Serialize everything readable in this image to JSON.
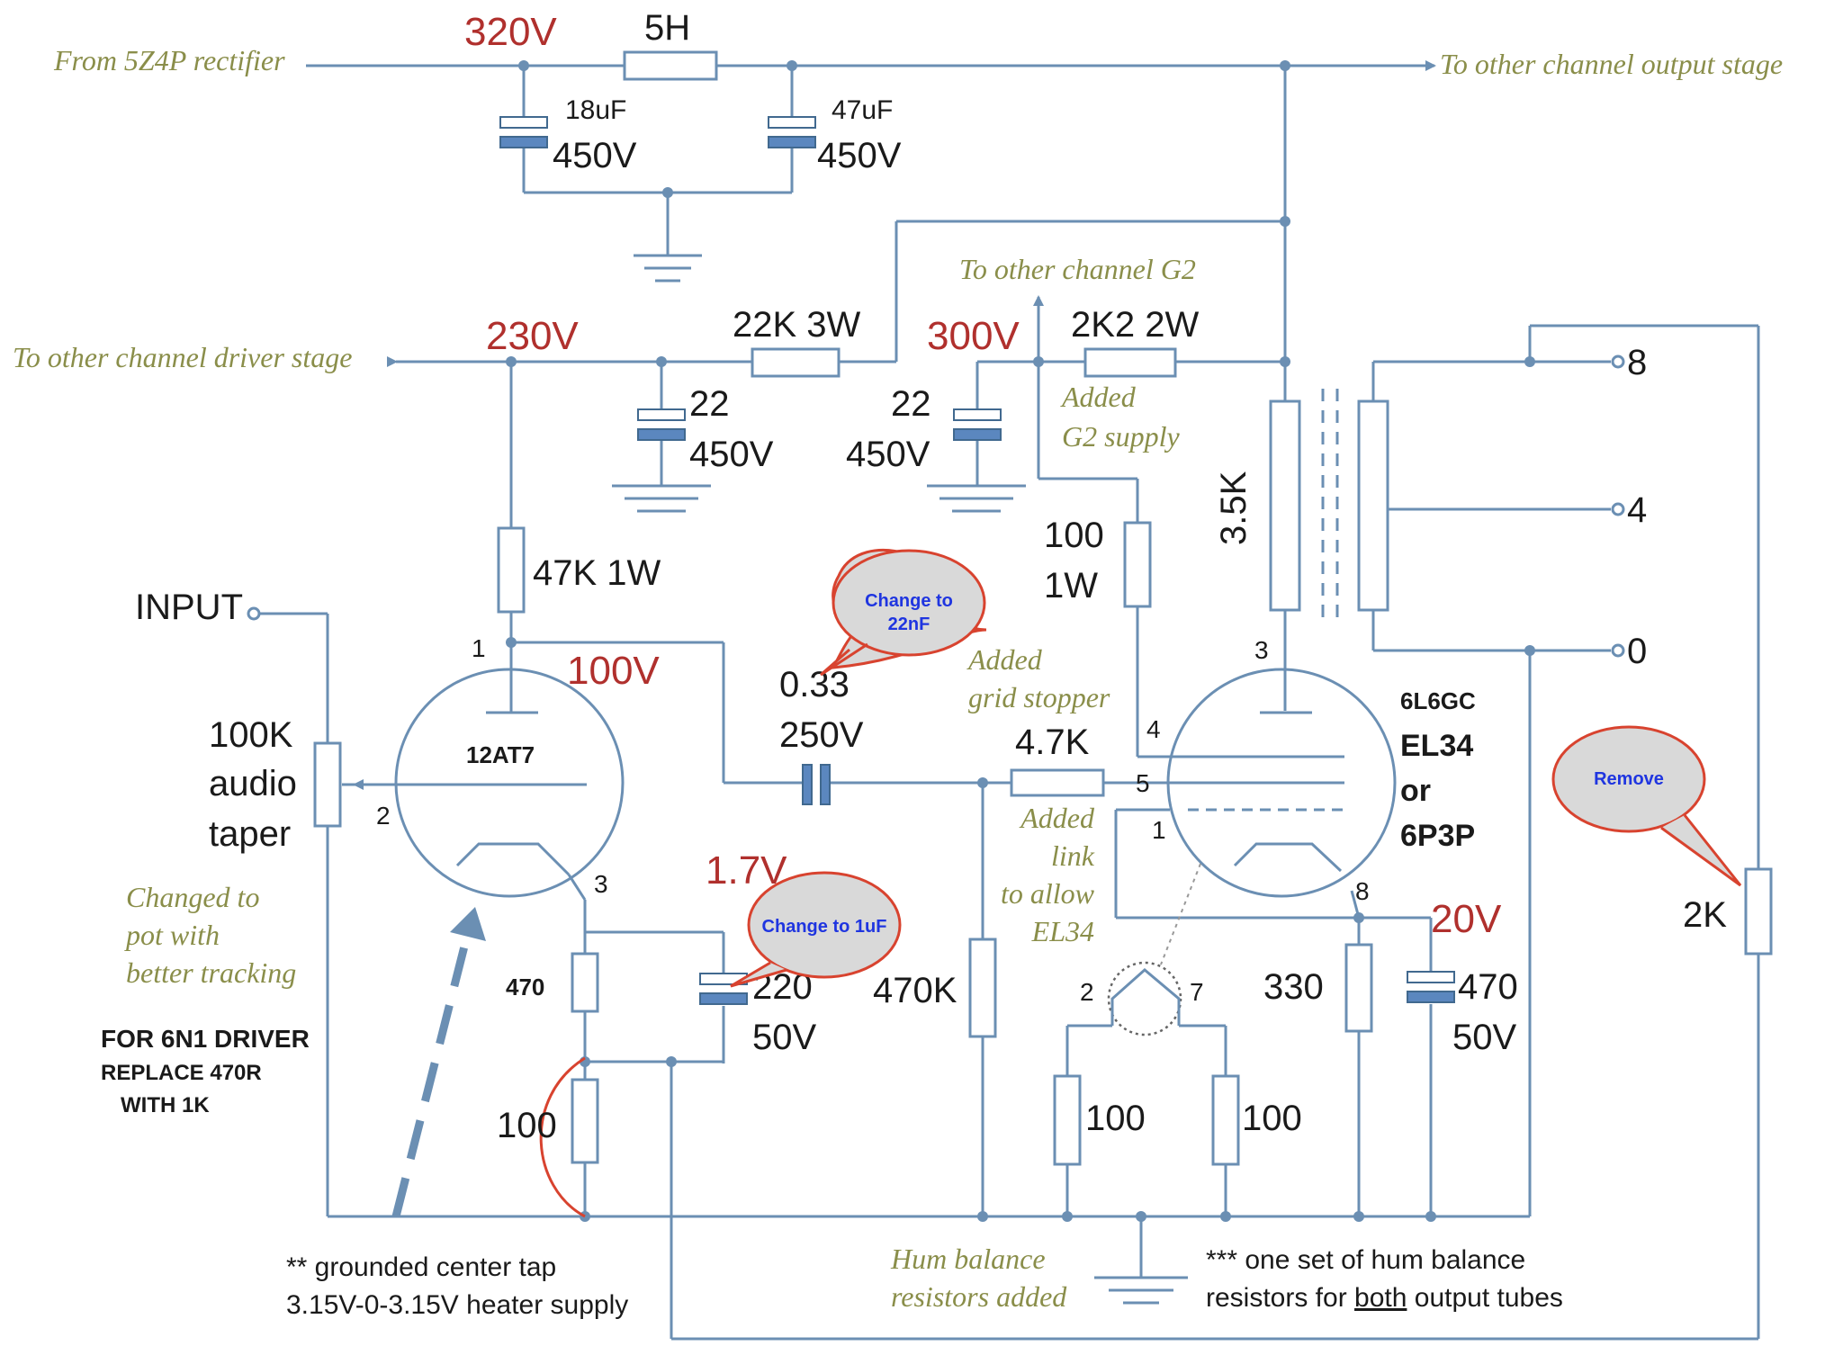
{
  "voltages": {
    "v320": "320V",
    "v230": "230V",
    "v300": "300V",
    "v100": "100V",
    "v17": "1.7V",
    "v20": "20V"
  },
  "components": {
    "choke": "5H",
    "c18_val": "18uF",
    "c18_v": "450V",
    "c47_val": "47uF",
    "c47_v": "450V",
    "r22k": "22K 3W",
    "c22a_val": "22",
    "c22a_v": "450V",
    "c22b_val": "22",
    "c22b_v": "450V",
    "r2k2": "2K2 2W",
    "r47k": "47K 1W",
    "r100_1w_a": "100",
    "r100_1w_b": "1W",
    "ot_primary": "3.5K",
    "pot_a": "100K",
    "pot_b": "audio",
    "pot_c": "taper",
    "tube1": "12AT7",
    "coupling_a": "0.33",
    "coupling_b": "250V",
    "r47": "4.7K",
    "tube2_a": "6L6GC",
    "tube2_b": "EL34",
    "tube2_c": "or",
    "tube2_d": "6P3P",
    "r470": "470",
    "c220_val": "220",
    "c220_v": "50V",
    "r470k": "470K",
    "r330": "330",
    "c470_val": "470",
    "c470_v": "50V",
    "r100": "100",
    "hum1": "100",
    "hum2": "100",
    "r2k": "2K",
    "input": "INPUT",
    "tap8": "8",
    "tap4": "4",
    "tap0": "0"
  },
  "pins": {
    "p1a": "1",
    "p2a": "2",
    "p3a": "3",
    "p3b": "3",
    "p4b": "4",
    "p5b": "5",
    "p1b": "1",
    "p8b": "8",
    "p2h": "2",
    "p7h": "7"
  },
  "notes": {
    "from_rect": "From 5Z4P rectifier",
    "to_out": "To other channel output stage",
    "to_g2": "To other channel G2",
    "to_driver": "To other channel driver stage",
    "added_g2_a": "Added",
    "added_g2_b": "G2 supply",
    "stopper_a": "Added",
    "stopper_b": "grid stopper",
    "link_a": "Added",
    "link_b": "link",
    "link_c": "to allow",
    "link_d": "EL34",
    "pot_a": "Changed to",
    "pot_b": "pot with",
    "pot_c": "better tracking",
    "hum_a": "Hum balance",
    "hum_b": "resistors added"
  },
  "bold_notes": {
    "n6n1_a": "FOR 6N1 DRIVER",
    "n6n1_b": "REPLACE 470R",
    "n6n1_c": "WITH   1K"
  },
  "footnotes": {
    "ct_a": "** grounded center tap",
    "ct_b": "3.15V-0-3.15V heater supply",
    "hum_a": "*** one set of hum balance",
    "hum_b_pre": "resistors for ",
    "hum_b_u": "both",
    "hum_b_post": " output tubes"
  },
  "callouts": {
    "c1_a": "Change to",
    "c1_b": "22nF",
    "c2": "Change to 1uF",
    "c3": "Remove"
  },
  "colors": {
    "wire": "#6b8fb3",
    "capacitor": "#5b87bf",
    "voltage": "#b0302d",
    "note": "#8a8e4a",
    "callout_border": "#d8432f",
    "callout_text": "#1f35e0"
  }
}
